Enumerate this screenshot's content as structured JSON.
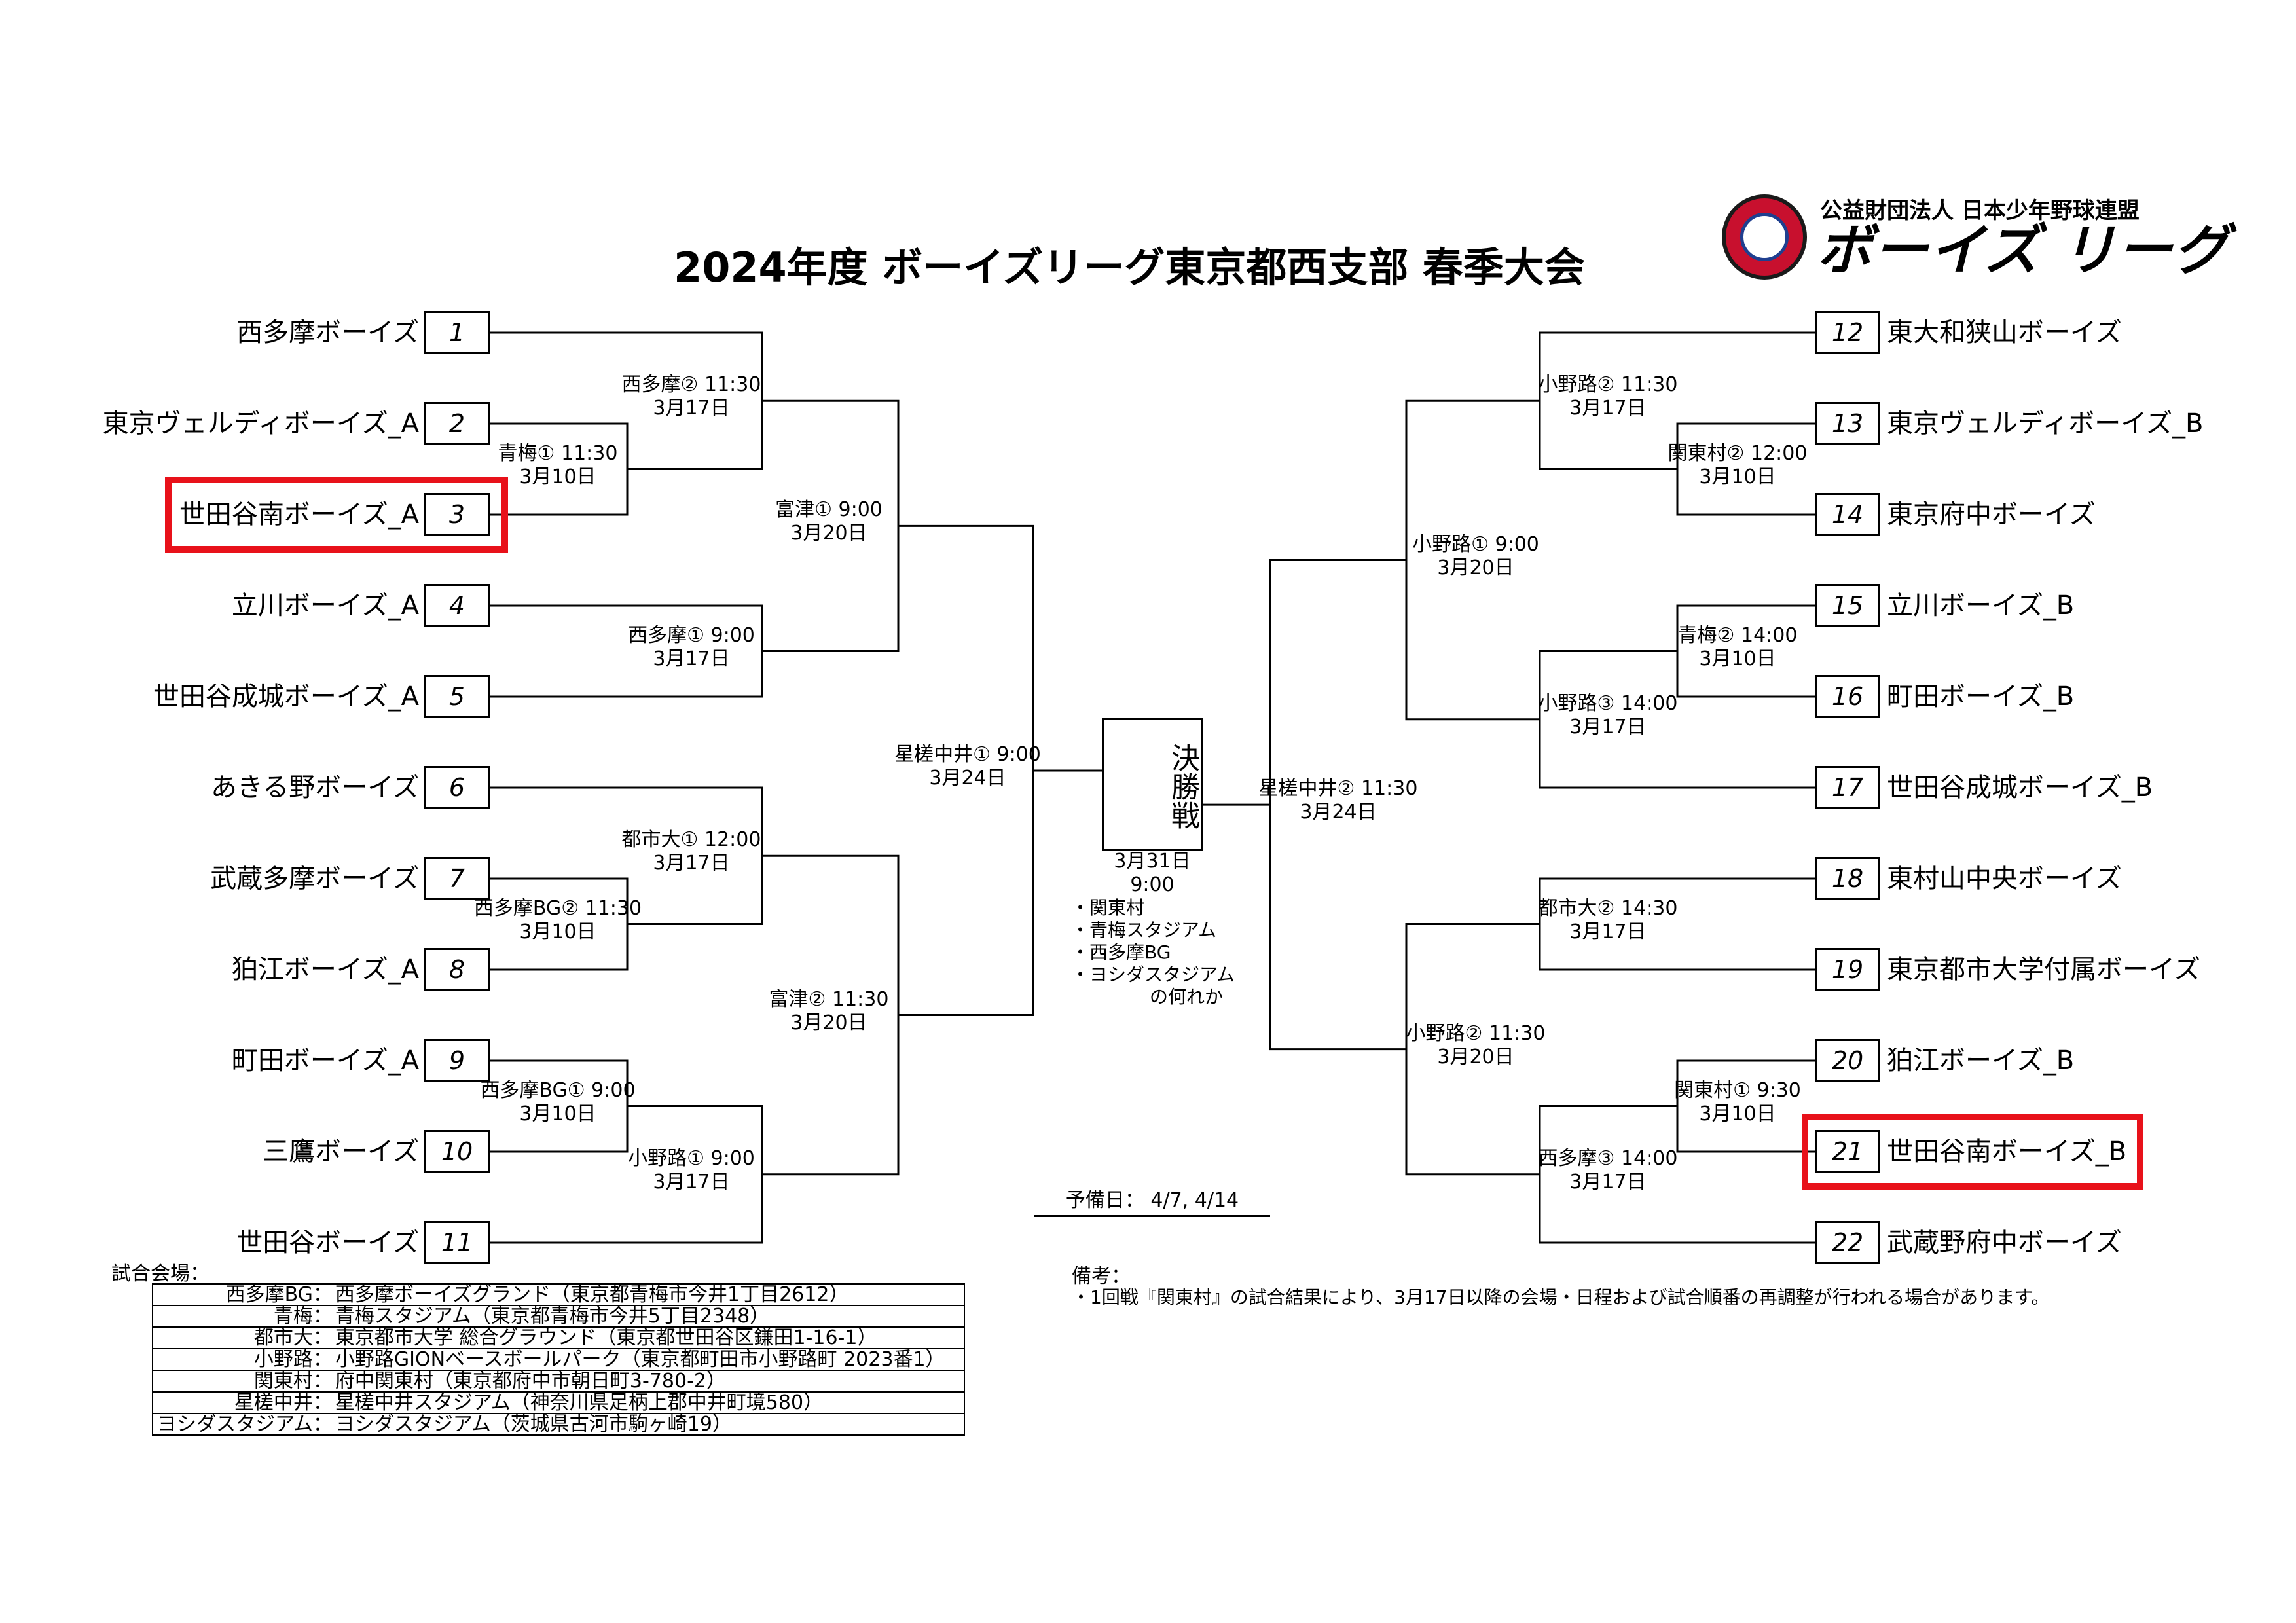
{
  "title": "2024年度 ボーイズリーグ東京都西支部 春季大会",
  "logo": {
    "top_text": "公益財団法人 日本少年野球連盟",
    "main_text": "ボーイズ リーグ"
  },
  "colors": {
    "highlight": "#e8111a",
    "logo_red": "#c8102e",
    "logo_blue": "#1f3f8f"
  },
  "left_teams": [
    {
      "seed": "1",
      "name": "西多摩ボーイズ"
    },
    {
      "seed": "2",
      "name": "東京ヴェルディボーイズ_A"
    },
    {
      "seed": "3",
      "name": "世田谷南ボーイズ_A",
      "highlight": true
    },
    {
      "seed": "4",
      "name": "立川ボーイズ_A"
    },
    {
      "seed": "5",
      "name": "世田谷成城ボーイズ_A"
    },
    {
      "seed": "6",
      "name": "あきる野ボーイズ"
    },
    {
      "seed": "7",
      "name": "武蔵多摩ボーイズ"
    },
    {
      "seed": "8",
      "name": "狛江ボーイズ_A"
    },
    {
      "seed": "9",
      "name": "町田ボーイズ_A"
    },
    {
      "seed": "10",
      "name": "三鷹ボーイズ"
    },
    {
      "seed": "11",
      "name": "世田谷ボーイズ"
    }
  ],
  "right_teams": [
    {
      "seed": "12",
      "name": "東大和狭山ボーイズ"
    },
    {
      "seed": "13",
      "name": "東京ヴェルディボーイズ_B"
    },
    {
      "seed": "14",
      "name": "東京府中ボーイズ"
    },
    {
      "seed": "15",
      "name": "立川ボーイズ_B"
    },
    {
      "seed": "16",
      "name": "町田ボーイズ_B"
    },
    {
      "seed": "17",
      "name": "世田谷成城ボーイズ_B"
    },
    {
      "seed": "18",
      "name": "東村山中央ボーイズ"
    },
    {
      "seed": "19",
      "name": "東京都市大学付属ボーイズ"
    },
    {
      "seed": "20",
      "name": "狛江ボーイズ_B"
    },
    {
      "seed": "21",
      "name": "世田谷南ボーイズ_B",
      "highlight": true
    },
    {
      "seed": "22",
      "name": "武蔵野府中ボーイズ"
    }
  ],
  "matches": {
    "l_r1a": [
      "青梅① 11:30",
      "3月10日"
    ],
    "l_r1b": [
      "西多摩BG② 11:30",
      "3月10日"
    ],
    "l_r1c": [
      "西多摩BG① 9:00",
      "3月10日"
    ],
    "l_r2a": [
      "西多摩② 11:30",
      "3月17日"
    ],
    "l_r2b": [
      "西多摩① 9:00",
      "3月17日"
    ],
    "l_r2c": [
      "都市大① 12:00",
      "3月17日"
    ],
    "l_r2d": [
      "小野路① 9:00",
      "3月17日"
    ],
    "l_r3a": [
      "富津① 9:00",
      "3月20日"
    ],
    "l_r3b": [
      "富津② 11:30",
      "3月20日"
    ],
    "l_sf": [
      "星槎中井① 9:00",
      "3月24日"
    ],
    "r_r1a": [
      "関東村② 12:00",
      "3月10日"
    ],
    "r_r1b": [
      "青梅② 14:00",
      "3月10日"
    ],
    "r_r1c": [
      "関東村① 9:30",
      "3月10日"
    ],
    "r_r2a": [
      "小野路② 11:30",
      "3月17日"
    ],
    "r_r2b": [
      "小野路③ 14:00",
      "3月17日"
    ],
    "r_r2c": [
      "都市大② 14:30",
      "3月17日"
    ],
    "r_r2d": [
      "西多摩③ 14:00",
      "3月17日"
    ],
    "r_r3a": [
      "小野路① 9:00",
      "3月20日"
    ],
    "r_r3b": [
      "小野路② 11:30",
      "3月20日"
    ],
    "r_sf": [
      "星槎中井② 11:30",
      "3月24日"
    ]
  },
  "final": {
    "label": "決勝戦",
    "date": "3月31日",
    "time": "9:00",
    "venues": [
      "・関東村",
      "・青梅スタジアム",
      "・西多摩BG",
      "・ヨシダスタジアム"
    ],
    "venues_note": "の何れか"
  },
  "reserve": "予備日： 4/7, 4/14",
  "venue_table": {
    "heading": "試合会場：",
    "rows": [
      {
        "key": "西多摩BG：",
        "value": "西多摩ボーイズグランド（東京都青梅市今井1丁目2612）"
      },
      {
        "key": "青梅：",
        "value": "青梅スタジアム（東京都青梅市今井5丁目2348）"
      },
      {
        "key": "都市大：",
        "value": "東京都市大学 総合グラウンド（東京都世田谷区鎌田1-16-1）"
      },
      {
        "key": "小野路：",
        "value": "小野路GIONベースボールパーク（東京都町田市小野路町 2023番1）"
      },
      {
        "key": "関東村：",
        "value": "府中関東村（東京都府中市朝日町3-780-2）"
      },
      {
        "key": "星槎中井：",
        "value": "星槎中井スタジアム（神奈川県足柄上郡中井町境580）"
      },
      {
        "key": "ヨシダスタジアム：",
        "value": "ヨシダスタジアム（茨城県古河市駒ヶ崎19）"
      }
    ]
  },
  "notes": {
    "heading": "備考：",
    "text": "・1回戦『関東村』の試合結果により、3月17日以降の会場・日程および試合順番の再調整が行われる場合があります。"
  }
}
